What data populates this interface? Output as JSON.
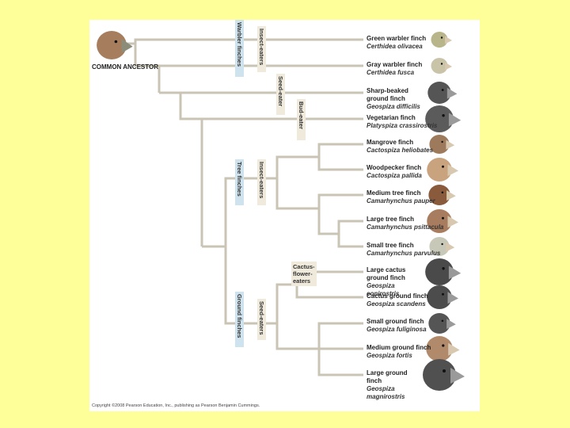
{
  "diagram": {
    "ancestor_label": "COMMON ANCESTOR",
    "group_labels": {
      "warbler": "Warbler finches",
      "tree": "Tree finches",
      "ground": "Ground finches"
    },
    "diet_labels": {
      "insect_eaters_top": "Insect-eaters",
      "seed_eater": "Seed-eater",
      "bud_eater": "Bud-eater",
      "insect_eaters_tree": "Insect-eaters",
      "cactus_flower_eaters": "Cactus-flower-eaters",
      "seed_eaters": "Seed-eaters"
    },
    "species": [
      {
        "common": "Green warbler finch",
        "latin": "Certhidea olivacea",
        "color": "#b9b58a"
      },
      {
        "common": "Gray warbler finch",
        "latin": "Certhidea fusca",
        "color": "#c9c4a8"
      },
      {
        "common": "Sharp-beaked ground finch",
        "latin": "Geospiza difficilis",
        "color": "#555555"
      },
      {
        "common": "Vegetarian finch",
        "latin": "Platyspiza crassirostris",
        "color": "#5b5b5b"
      },
      {
        "common": "Mangrove finch",
        "latin": "Cactospiza heliobates",
        "color": "#9c7a5b"
      },
      {
        "common": "Woodpecker finch",
        "latin": "Cactospiza pallida",
        "color": "#c9a27e"
      },
      {
        "common": "Medium tree finch",
        "latin": "Camarhynchus pauper",
        "color": "#8a5a3c"
      },
      {
        "common": "Large tree finch",
        "latin": "Camarhynchus psittacula",
        "color": "#a87c5e"
      },
      {
        "common": "Small tree finch",
        "latin": "Camarhynchus parvulus",
        "color": "#c8c8b8"
      },
      {
        "common": "Large cactus ground finch",
        "latin": "Geospiza conirostris",
        "color": "#4a4a4a"
      },
      {
        "common": "Cactus ground finch",
        "latin": "Geospiza scandens",
        "color": "#4c4c4c"
      },
      {
        "common": "Small ground finch",
        "latin": "Geospiza fuliginosa",
        "color": "#555555"
      },
      {
        "common": "Medium ground finch",
        "latin": "Geospiza fortis",
        "color": "#b08a6a"
      },
      {
        "common": "Large ground finch",
        "latin": "Geospiza magnirostris",
        "color": "#505050"
      }
    ],
    "colors": {
      "line": "#c9c4b4",
      "background": "#ffff99",
      "group_box": "#cfe3ee",
      "diet_box": "#efeadc"
    },
    "copyright": "Copyright ©2008 Pearson Education, Inc., publishing as Pearson Benjamin Cummings."
  }
}
